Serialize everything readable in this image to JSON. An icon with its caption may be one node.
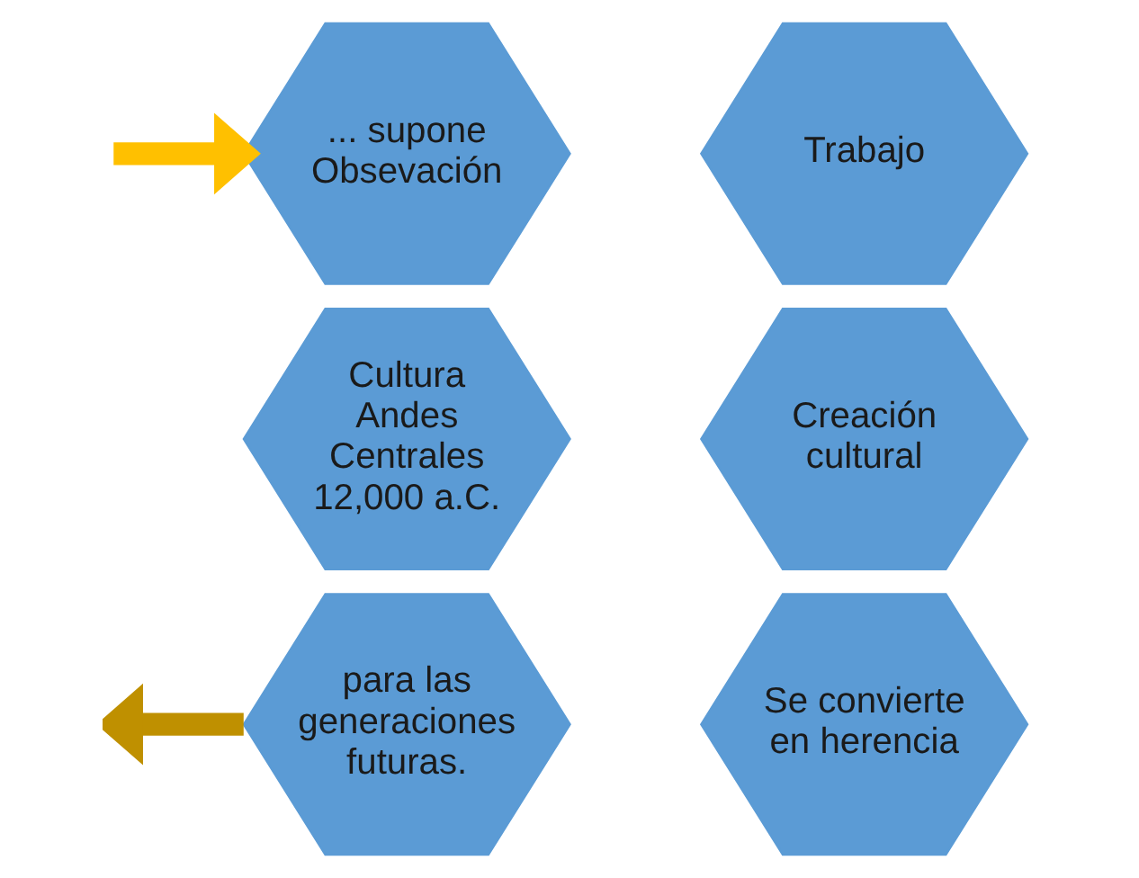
{
  "diagram": {
    "nodes": [
      {
        "text": [
          "... supone Obsevación"
        ]
      },
      {
        "text": [
          "Trabajo"
        ]
      },
      {
        "text": [
          "Cultura Andes Centrales 12,000 a.C."
        ]
      },
      {
        "text": [
          "Creación cultural"
        ]
      },
      {
        "text": [
          "para las generaciones futuras."
        ]
      },
      {
        "text": [
          "Se convierte en herencia"
        ]
      }
    ],
    "edges": [
      {
        "from": null,
        "to": 0,
        "arrow": "to",
        "color": "#ffc000"
      },
      {
        "from": 4,
        "to": null,
        "arrow": "to",
        "color": "#bf9000"
      }
    ]
  }
}
